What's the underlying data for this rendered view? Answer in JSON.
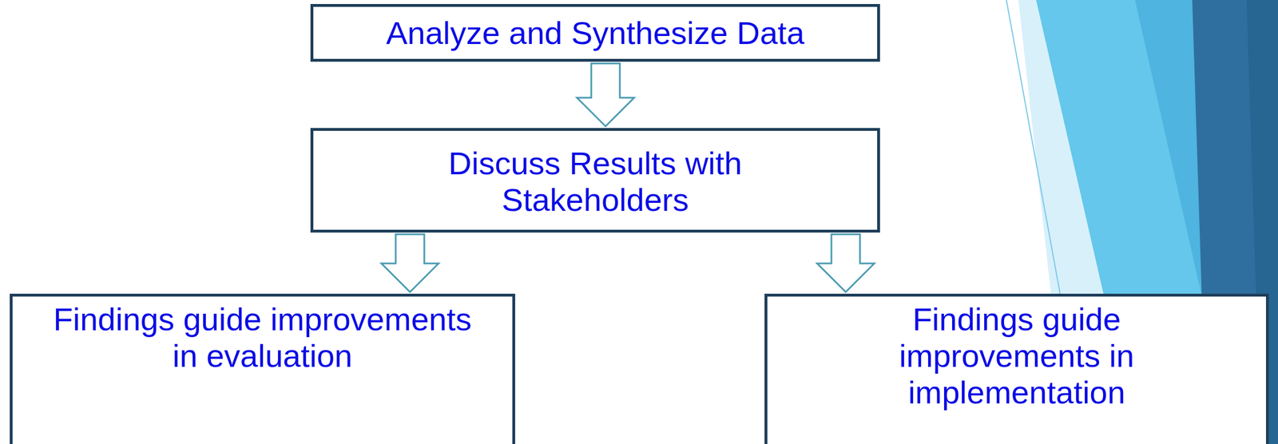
{
  "diagram": {
    "nodes": [
      {
        "text": [
          "Analyze and Synthesize Data"
        ]
      },
      {
        "text": [
          "Discuss Results with Stakeholders"
        ]
      },
      {
        "text": [
          "Findings guide improvements in evaluation"
        ]
      },
      {
        "text": [
          "Findings guide improvements in implementation"
        ]
      }
    ],
    "edges": [
      {
        "from": 0,
        "to": 1,
        "arrow": "to"
      },
      {
        "from": 1,
        "to": 2,
        "arrow": "to"
      },
      {
        "from": 1,
        "to": 3,
        "arrow": "to"
      }
    ]
  }
}
